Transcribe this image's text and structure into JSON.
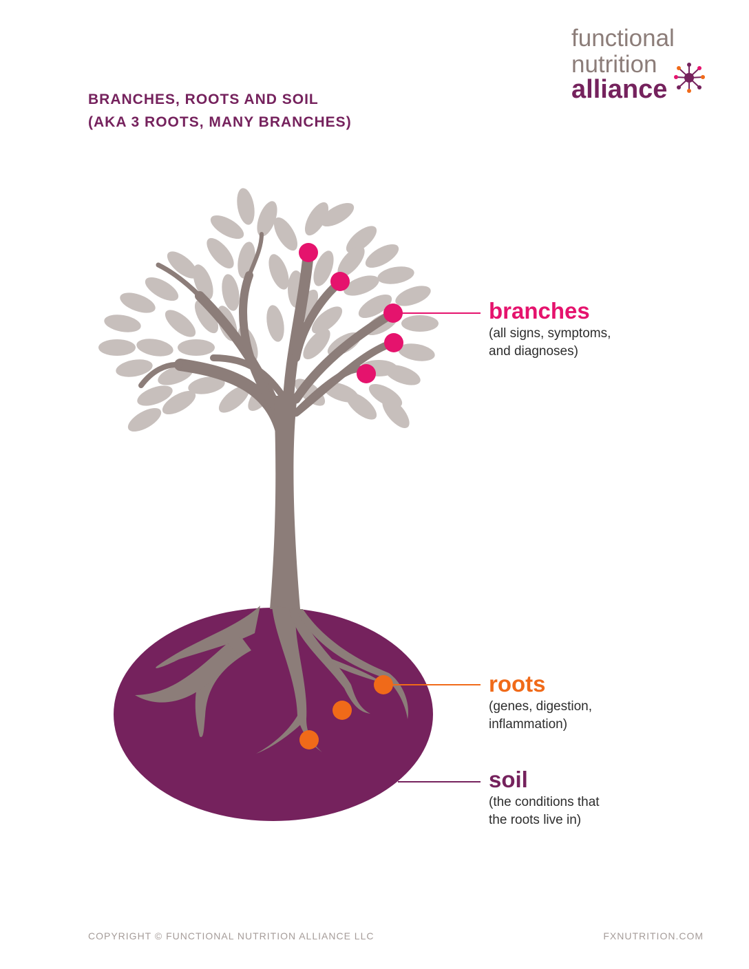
{
  "title": {
    "line1": "BRANCHES, ROOTS AND SOIL",
    "line2": "(AKA 3 ROOTS, MANY BRANCHES)"
  },
  "logo": {
    "line1": "functional",
    "line2": "nutrition",
    "line3": "alliance"
  },
  "labels": {
    "branches": {
      "title": "branches",
      "desc_line1": "(all signs, symptoms,",
      "desc_line2": "and diagnoses)",
      "color": "#e5136d"
    },
    "roots": {
      "title": "roots",
      "desc_line1": "(genes, digestion,",
      "desc_line2": "inflammation)",
      "color": "#f06a19"
    },
    "soil": {
      "title": "soil",
      "desc_line1": "(the conditions that",
      "desc_line2": "the roots live in)",
      "color": "#75225d"
    }
  },
  "colors": {
    "trunk": "#8c7d79",
    "leaf": "#c7bfbc",
    "soil": "#75225d",
    "branch_dot": "#e5136d",
    "root_dot": "#f06a19"
  },
  "footer": {
    "left": "COPYRIGHT © FUNCTIONAL NUTRITION ALLIANCE LLC",
    "right": "FXNUTRITION.COM"
  }
}
